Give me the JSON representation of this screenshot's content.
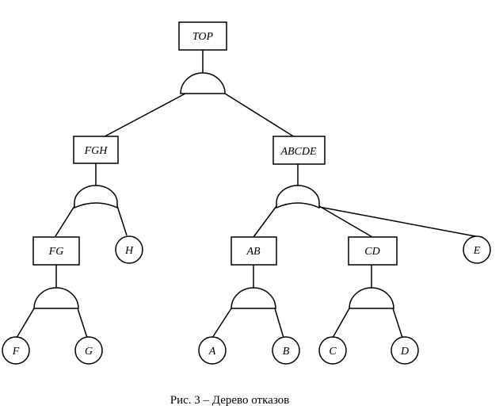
{
  "colors": {
    "stroke": "#000000",
    "fill": "#ffffff"
  },
  "nodes": {
    "top": "TOP",
    "fgh": "FGH",
    "abcde": "ABCDE",
    "fg": "FG",
    "h": "H",
    "ab": "AB",
    "cd": "CD",
    "e": "E",
    "f": "F",
    "g": "G",
    "a": "A",
    "b": "B",
    "c": "C",
    "d": "D"
  },
  "gates": {
    "g_top": "and",
    "g_fgh": "or",
    "g_abcde": "or",
    "g_fg": "and",
    "g_ab": "and",
    "g_cd": "and"
  },
  "caption": "Рис. 3 – Дерево отказов"
}
